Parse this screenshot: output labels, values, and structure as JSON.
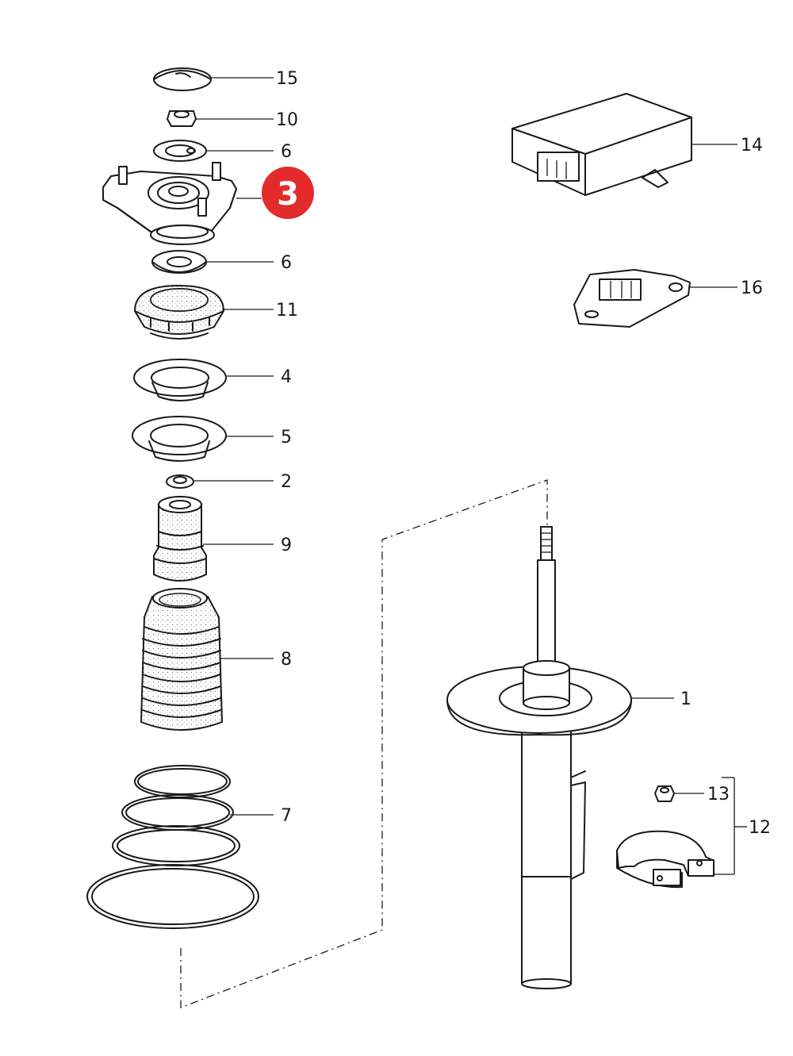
{
  "callouts": {
    "c15": "15",
    "c10": "10",
    "c6a": "6",
    "c6b": "6",
    "c11": "11",
    "c4": "4",
    "c5": "5",
    "c2": "2",
    "c9": "9",
    "c8": "8",
    "c7": "7",
    "c14": "14",
    "c16": "16",
    "c1": "1",
    "c13": "13",
    "c12": "12"
  },
  "highlight": {
    "label": "3",
    "color": "#e32b2b"
  }
}
